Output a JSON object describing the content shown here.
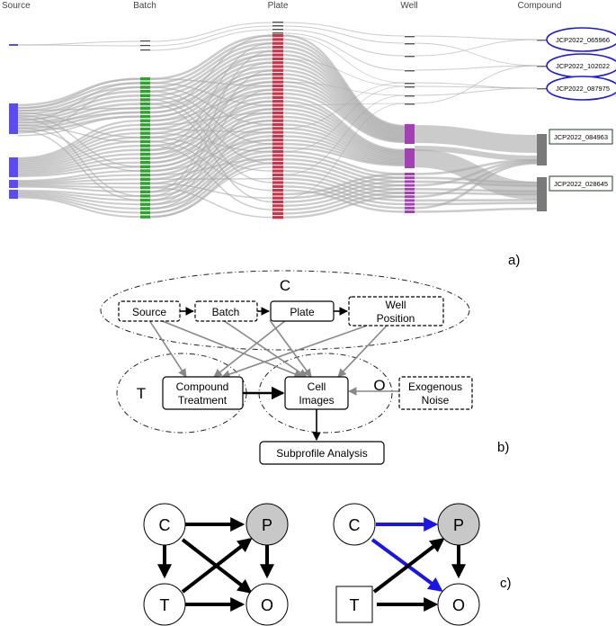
{
  "sankey": {
    "headers": {
      "source": "Source",
      "batch": "Batch",
      "plate": "Plate",
      "well": "Well",
      "compound": "Compound"
    },
    "compounds": [
      {
        "id": "JCP2022_065966",
        "highlight": "ellipse"
      },
      {
        "id": "JCP2022_102022",
        "highlight": "ellipse"
      },
      {
        "id": "JCP2022_087975",
        "highlight": "ellipse"
      },
      {
        "id": "JCP2022_084963",
        "highlight": "box"
      },
      {
        "id": "JCP2022_028645",
        "highlight": "box"
      }
    ],
    "colors": {
      "source": "#5a4cf0",
      "batch": "#2fa12f",
      "plate": "#cc3348",
      "well": "#a43fb6",
      "compound": "#7a7a7a",
      "link": "#a9a9a9",
      "ellipse": "#1f19d8"
    }
  },
  "graph_b": {
    "groups": {
      "c": "C",
      "t": "T",
      "o": "O"
    },
    "nodes": {
      "source": "Source",
      "batch": "Batch",
      "plate": "Plate",
      "well_line1": "Well",
      "well_line2": "Position",
      "compound_line1": "Compound",
      "compound_line2": "Treatment",
      "cell_line1": "Cell",
      "cell_line2": "Images",
      "noise_line1": "Exogenous",
      "noise_line2": "Noise",
      "subprofile": "Subprofile Analysis"
    }
  },
  "graph_c": {
    "left": {
      "c": "C",
      "p": "P",
      "t": "T",
      "o": "O"
    },
    "right": {
      "c": "C",
      "p": "P",
      "t": "T",
      "o": "O"
    },
    "colors": {
      "p_fill": "#c8c8c8",
      "highlight_edge": "#1a14e6"
    }
  },
  "panel_labels": {
    "a": "a)",
    "b": "b)",
    "c": "c)"
  }
}
